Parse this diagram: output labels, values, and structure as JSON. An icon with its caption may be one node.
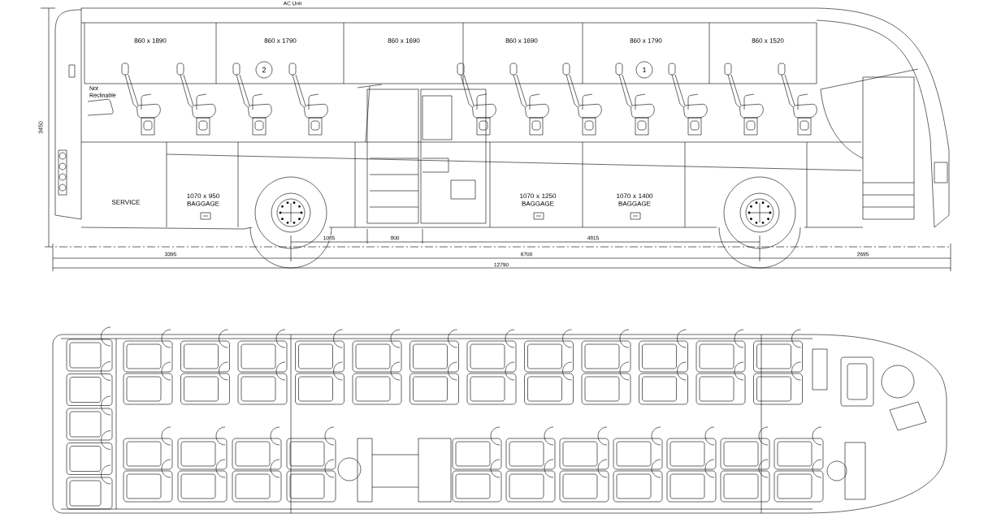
{
  "diagram": {
    "labels": [
      "AC Unit",
      "860 x 1890",
      "860 x 1790",
      "860 x 1690",
      "860 x 1690",
      "860 x 1790",
      "860 x 1520",
      "2",
      "1",
      "Not Reclinable",
      "3450",
      "SERVICE",
      "1070 x 950 BAGGAGE",
      "1070 x 1250 BAGGAGE",
      "1070 x 1400 BAGGAGE",
      "1085",
      "800",
      "4815",
      "3395",
      "6700",
      "2695",
      "12790"
    ]
  }
}
